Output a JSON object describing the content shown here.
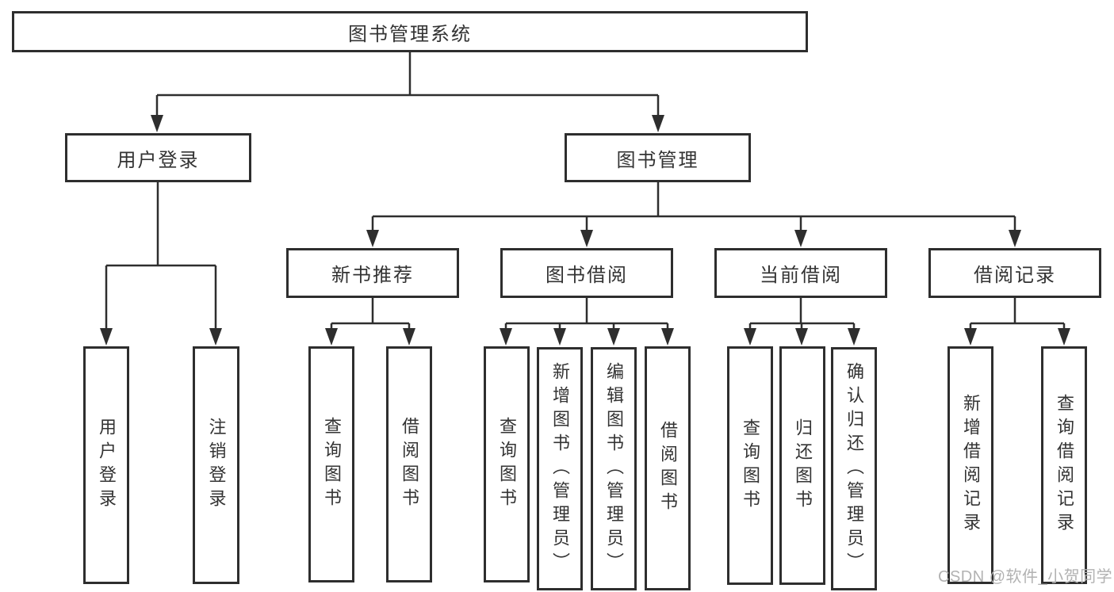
{
  "colors": {
    "background": "#ffffff",
    "line": "#2e2e2e",
    "box_border": "#2e2e2e",
    "box_fill": "#ffffff",
    "text": "#333333",
    "watermark": "#b2b2b2"
  },
  "watermark": {
    "text": "CSDN @软件_小贺同学"
  },
  "tree": {
    "root": {
      "label": "图书管理系统"
    },
    "level2": [
      {
        "label": "用户登录",
        "children": [
          {
            "label": "用户登录"
          },
          {
            "label": "注销登录"
          }
        ]
      },
      {
        "label": "图书管理",
        "children": [
          {
            "label": "新书推荐",
            "children": [
              {
                "label": "查询图书"
              },
              {
                "label": "借阅图书"
              }
            ]
          },
          {
            "label": "图书借阅",
            "children": [
              {
                "label": "查询图书"
              },
              {
                "label": "新增图书（管理员）"
              },
              {
                "label": "编辑图书（管理员）"
              },
              {
                "label": "借阅图书"
              }
            ]
          },
          {
            "label": "当前借阅",
            "children": [
              {
                "label": "查询图书"
              },
              {
                "label": "归还图书"
              },
              {
                "label": "确认归还（管理员）"
              }
            ]
          },
          {
            "label": "借阅记录",
            "children": [
              {
                "label": "新增借阅记录"
              },
              {
                "label": "查询借阅记录"
              }
            ]
          }
        ]
      }
    ]
  }
}
